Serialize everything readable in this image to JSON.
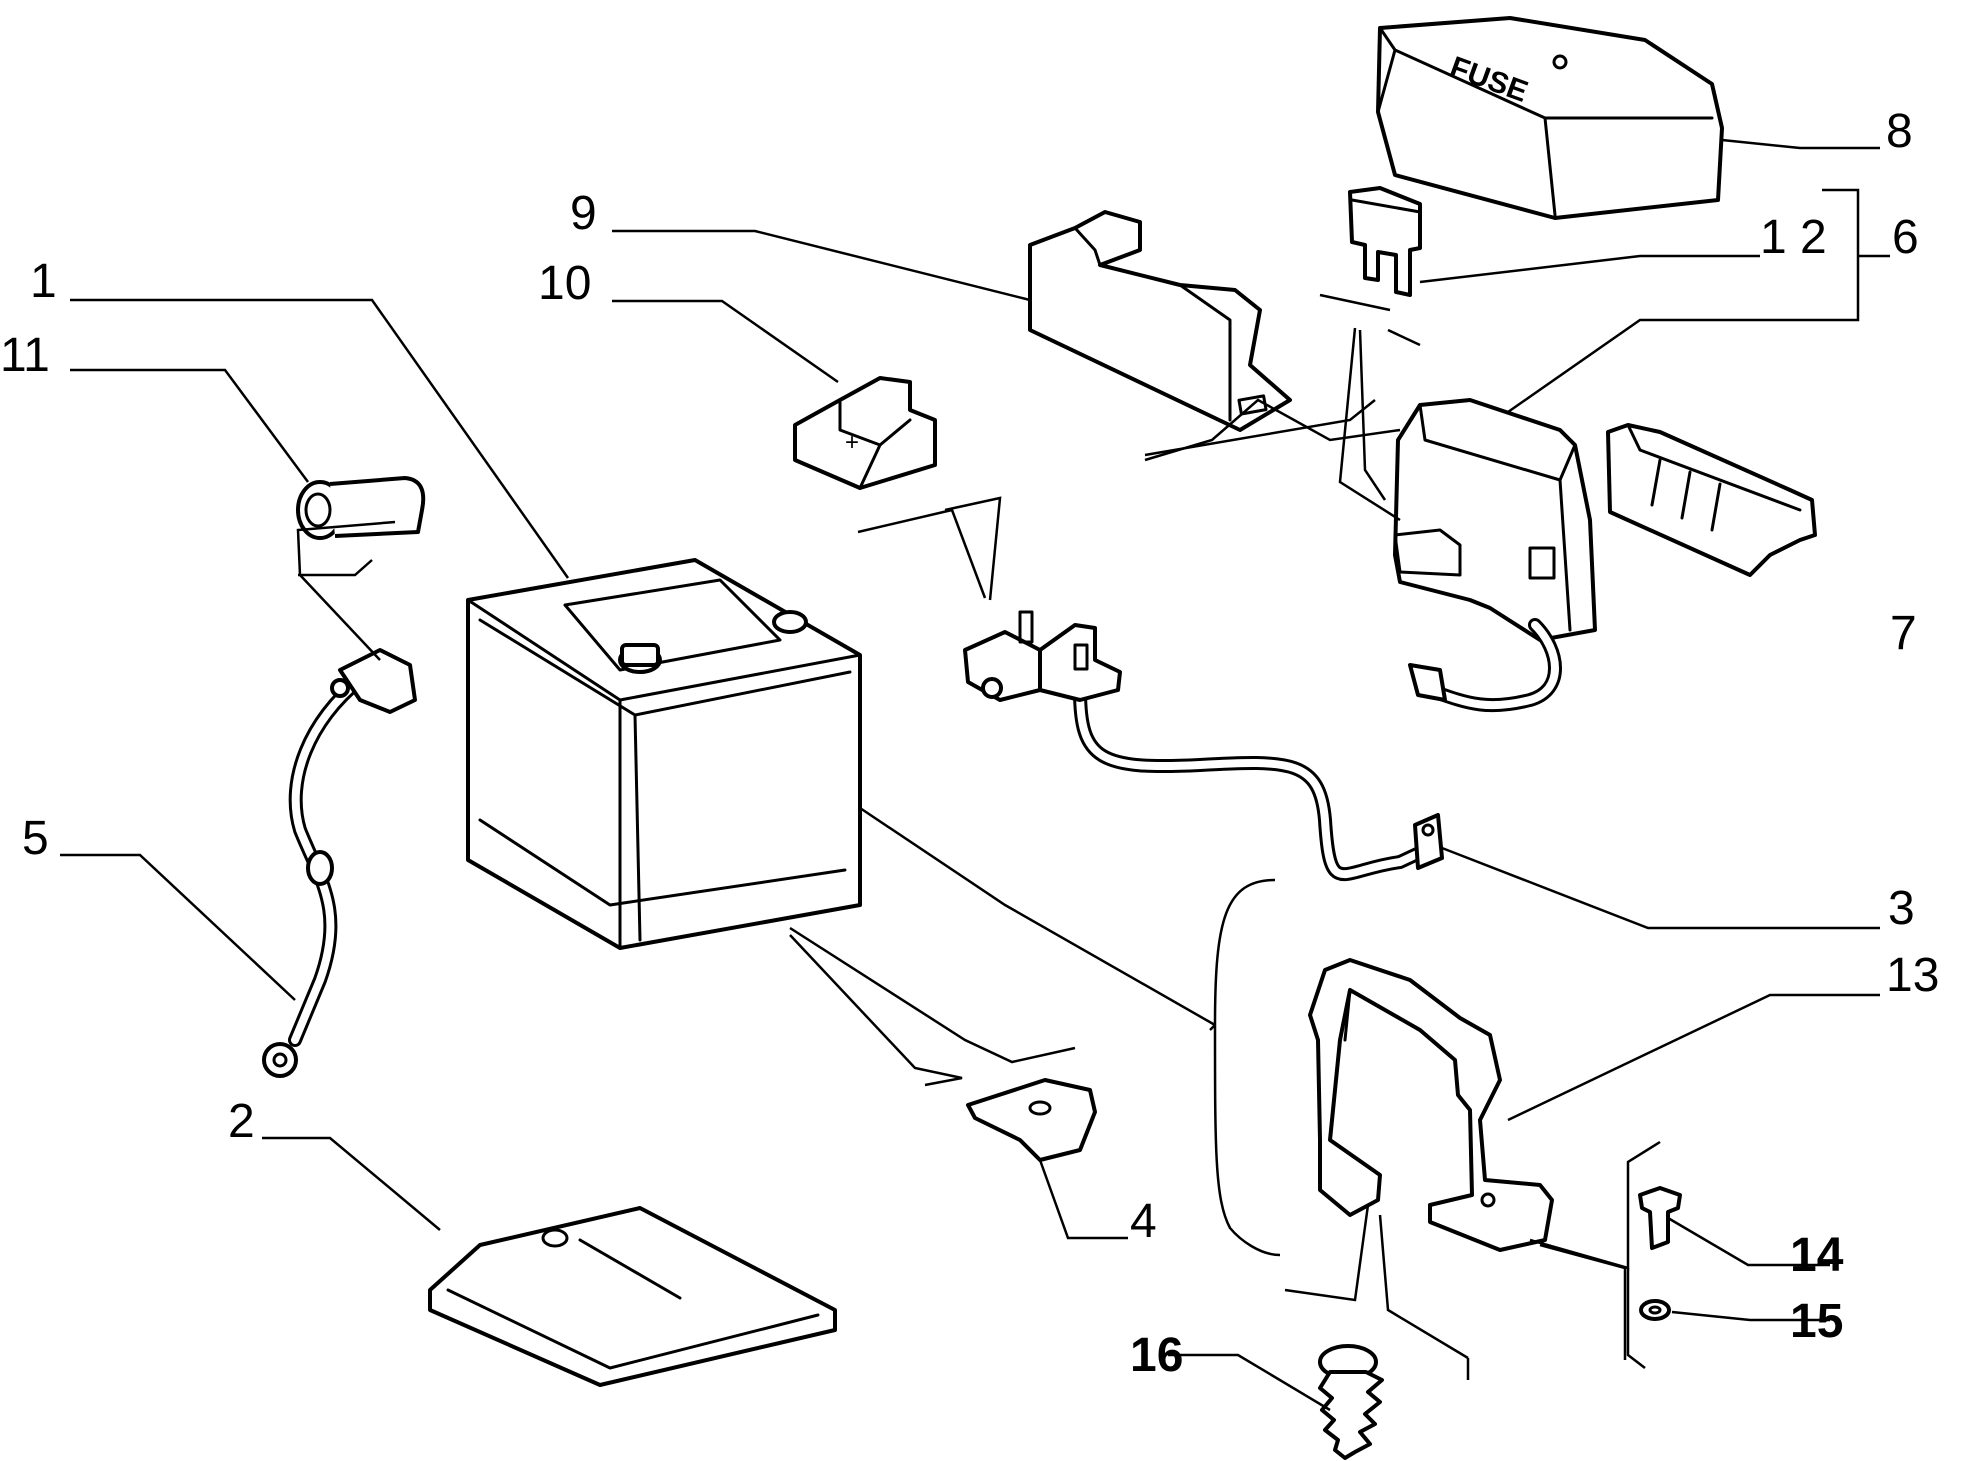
{
  "diagram": {
    "fuse_label": "FUSE",
    "plus_mark": "+",
    "callouts": {
      "c1": "1",
      "c2": "2",
      "c3": "3",
      "c4": "4",
      "c5": "5",
      "c6": "6",
      "c7": "7",
      "c8": "8",
      "c9": "9",
      "c10": "10",
      "c11": "11",
      "c12": "1 2",
      "c13": "13",
      "c14": "14",
      "c15": "15",
      "c16": "16"
    }
  }
}
